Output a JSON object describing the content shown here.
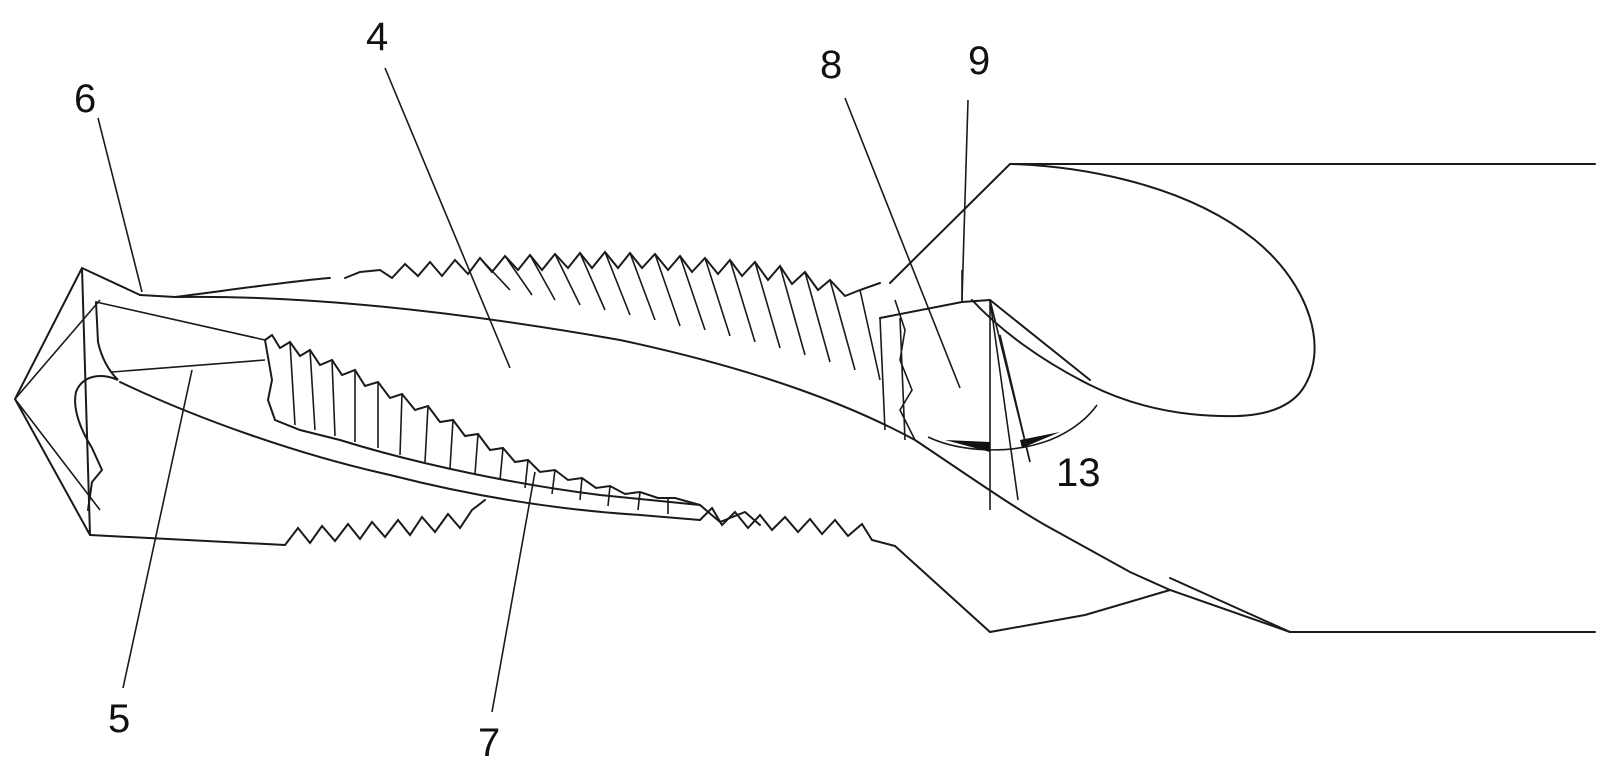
{
  "figure": {
    "reference_numerals": {
      "label_4": "4",
      "label_5": "5",
      "label_6": "6",
      "label_7": "7",
      "label_8": "8",
      "label_9": "9",
      "label_13": "13"
    }
  }
}
